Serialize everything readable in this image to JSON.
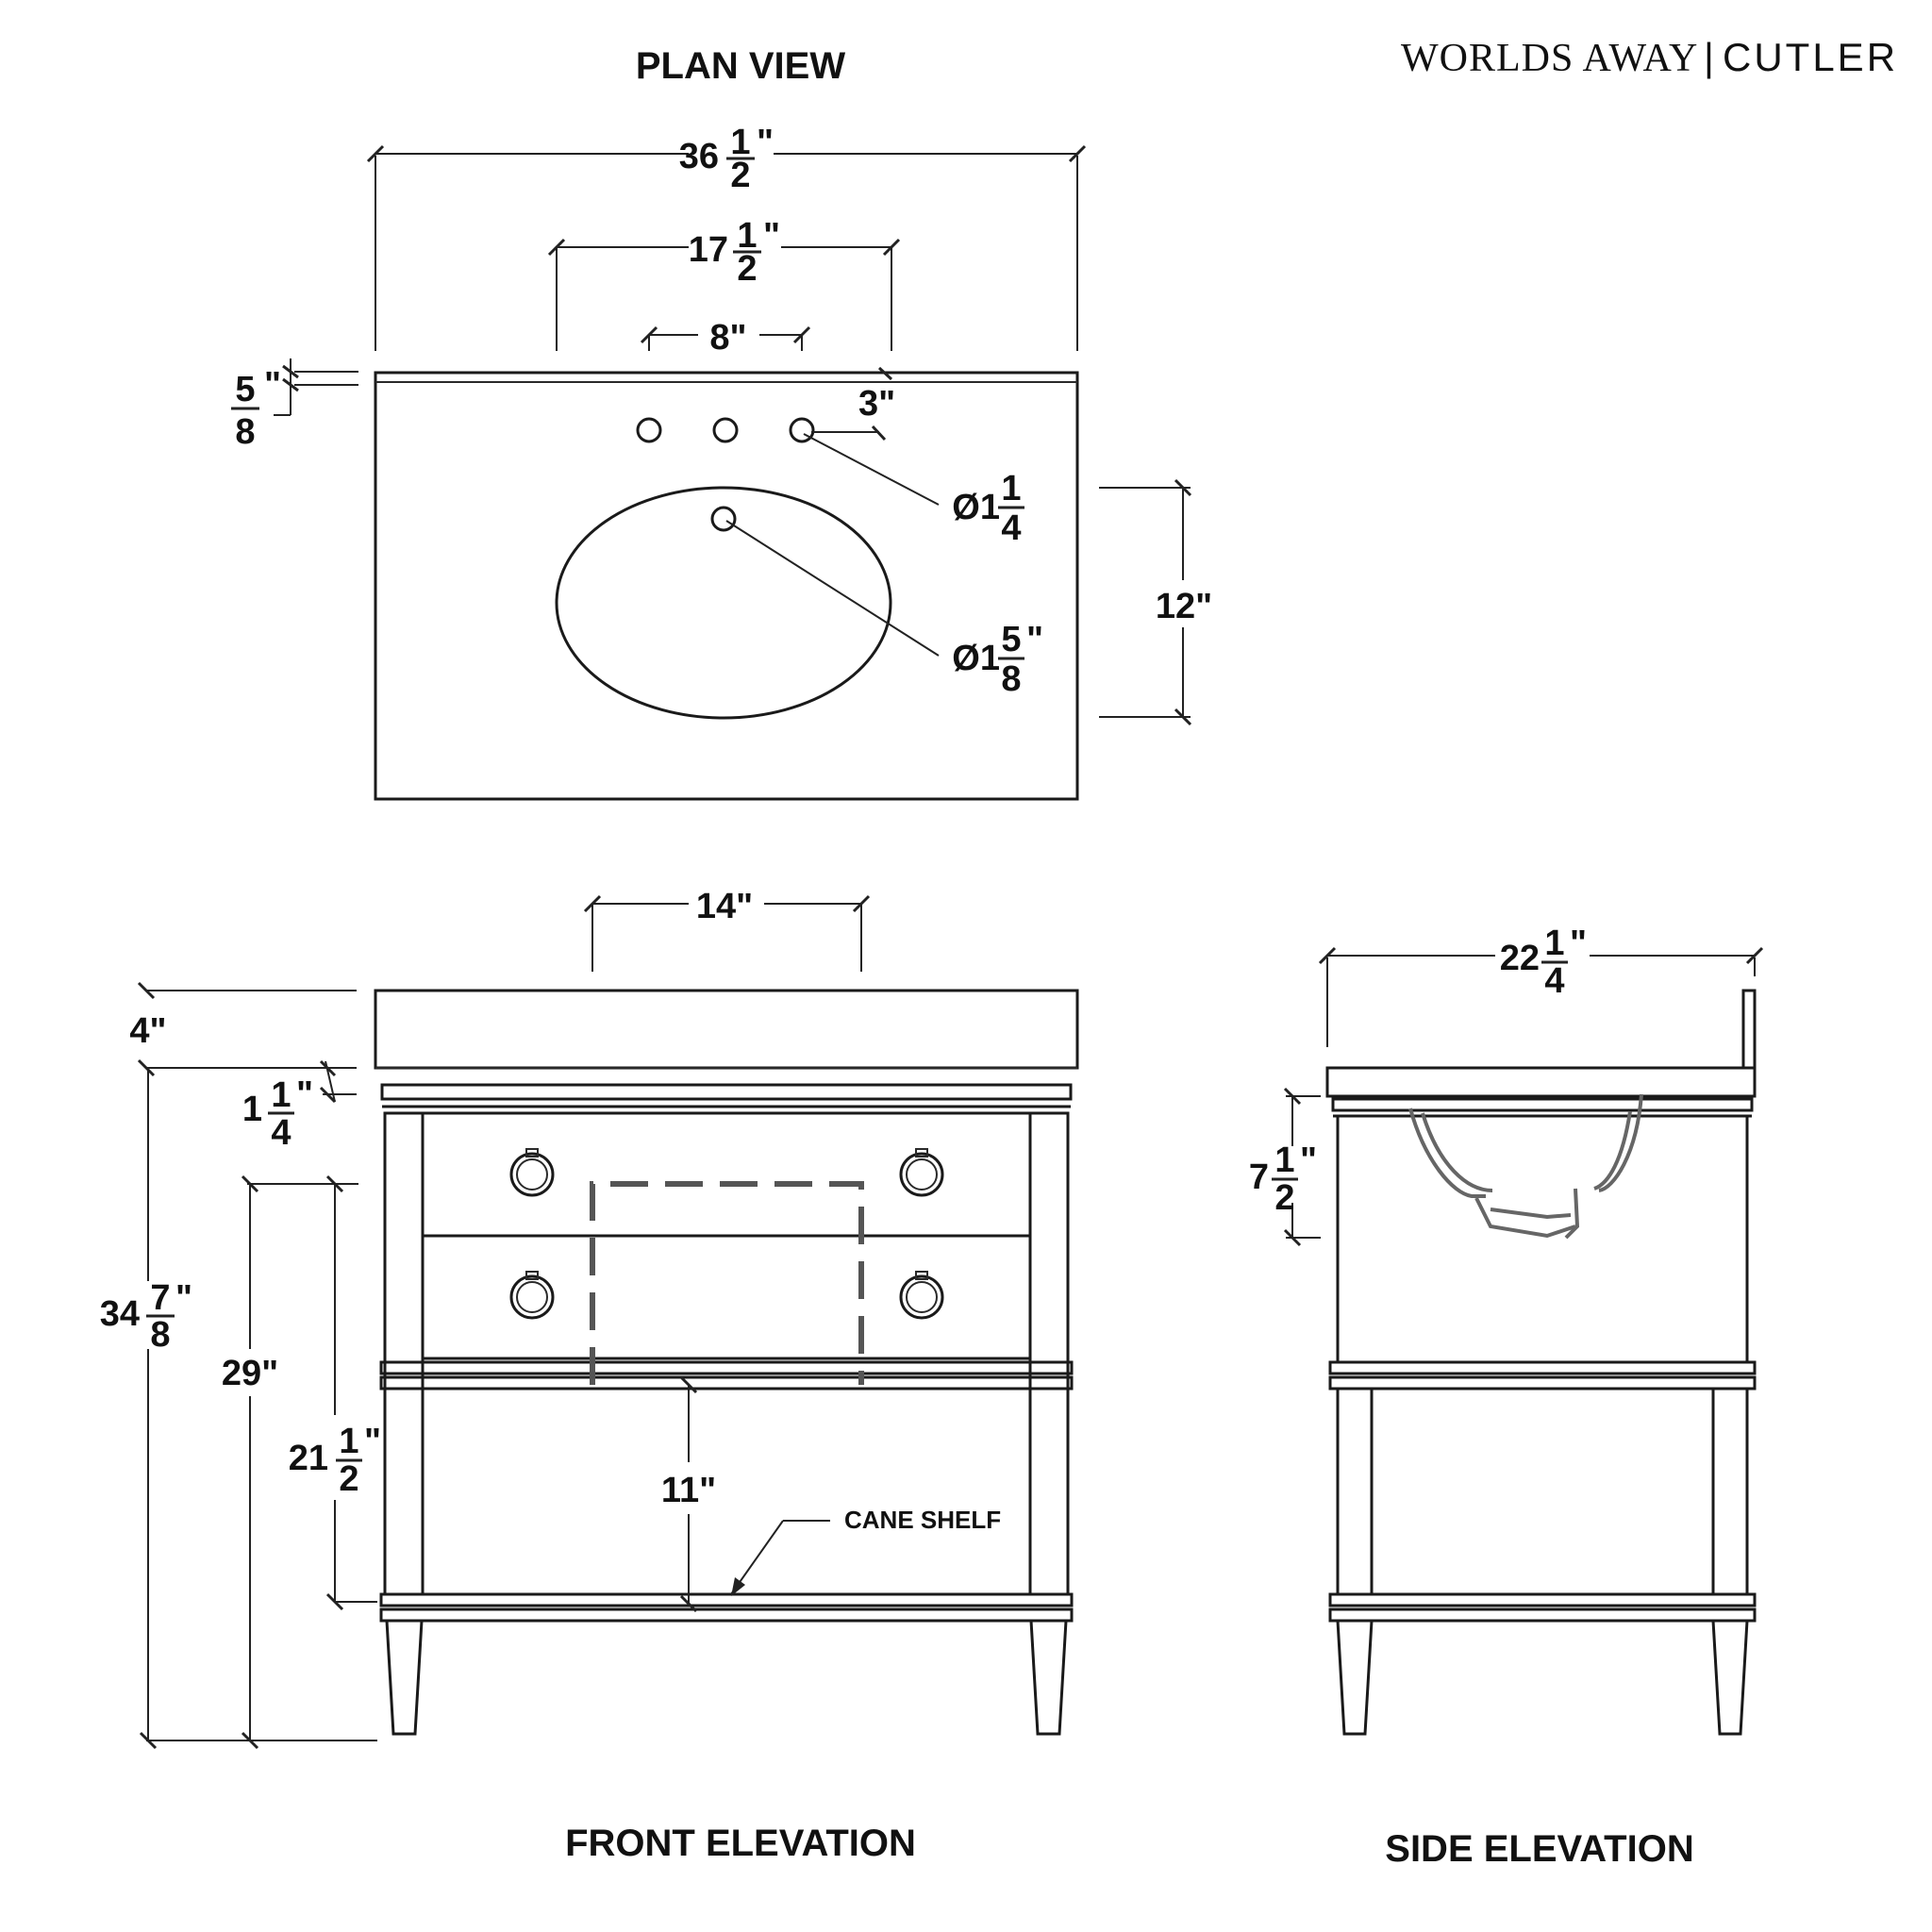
{
  "brand": {
    "name": "WORLDS AWAY",
    "separator": "|",
    "product": "CUTLER"
  },
  "views": {
    "plan": "PLAN VIEW",
    "front": "FRONT ELEVATION",
    "side": "SIDE ELEVATION"
  },
  "plan_dims": {
    "overall_width": {
      "whole": "36",
      "num": "1",
      "den": "2",
      "unit": "\""
    },
    "bowl_width": {
      "whole": "17",
      "num": "1",
      "den": "2",
      "unit": "\""
    },
    "faucet_spread": "8\"",
    "hole_offset": "3\"",
    "top_thickness": {
      "whole": "",
      "num": "5",
      "den": "8",
      "unit": "\""
    },
    "faucet_hole_dia": {
      "whole": "Ø1",
      "num": "1",
      "den": "4",
      "unit": ""
    },
    "drain_dia": {
      "whole": "Ø1",
      "num": "5",
      "den": "8",
      "unit": "\""
    },
    "bowl_depth": "12\""
  },
  "front_dims": {
    "bowl_width": "14\"",
    "top_height": "4\"",
    "apron": {
      "whole": "1",
      "num": "1",
      "den": "4",
      "unit": "\""
    },
    "overall_height": {
      "whole": "34",
      "num": "7",
      "den": "8",
      "unit": "\""
    },
    "frame_height": "29\"",
    "shelf_to_drawer": {
      "whole": "21",
      "num": "1",
      "den": "2",
      "unit": "\""
    },
    "shelf_clearance": "11\"",
    "shelf_note": "CANE SHELF"
  },
  "side_dims": {
    "depth": {
      "whole": "22",
      "num": "1",
      "den": "4",
      "unit": "\""
    },
    "bowl_depth": {
      "whole": "7",
      "num": "1",
      "den": "2",
      "unit": "\""
    }
  }
}
